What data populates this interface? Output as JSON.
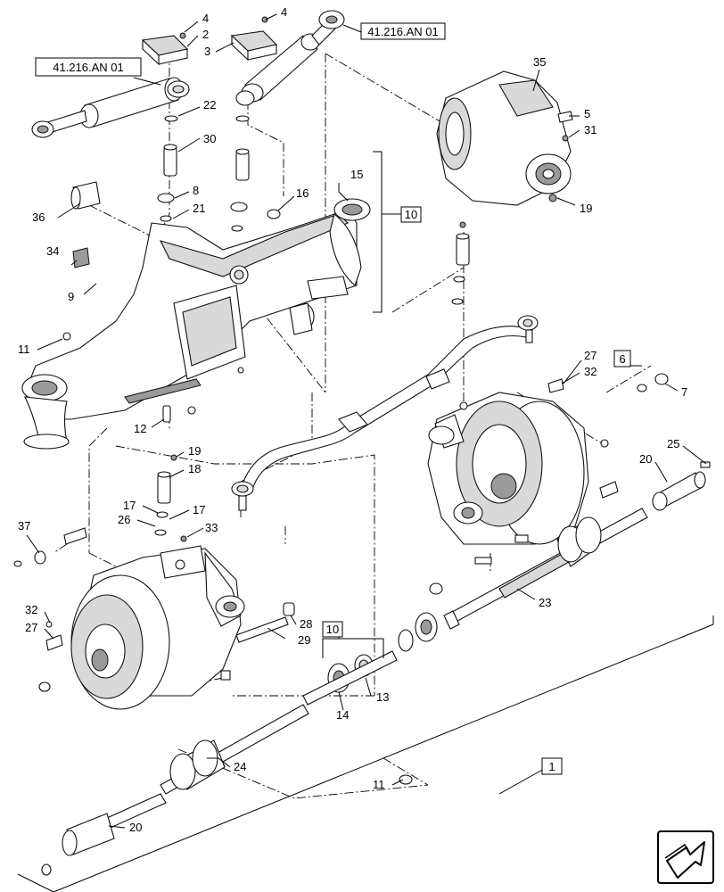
{
  "diagram": {
    "references": [
      {
        "id": "ref-left",
        "text": "41.216.AN 01"
      },
      {
        "id": "ref-right",
        "text": "41.216.AN 01"
      }
    ],
    "groups": [
      {
        "id": "grp-10a",
        "text": "10"
      },
      {
        "id": "grp-10b",
        "text": "10"
      },
      {
        "id": "grp-6",
        "text": "6"
      },
      {
        "id": "grp-1",
        "text": "1"
      }
    ],
    "callouts": [
      {
        "id": "c4a",
        "text": "4"
      },
      {
        "id": "c2",
        "text": "2"
      },
      {
        "id": "c3",
        "text": "3"
      },
      {
        "id": "c4b",
        "text": "4"
      },
      {
        "id": "c35",
        "text": "35"
      },
      {
        "id": "c5",
        "text": "5"
      },
      {
        "id": "c31",
        "text": "31"
      },
      {
        "id": "c19a",
        "text": "19"
      },
      {
        "id": "c22",
        "text": "22"
      },
      {
        "id": "c30",
        "text": "30"
      },
      {
        "id": "c8",
        "text": "8"
      },
      {
        "id": "c21",
        "text": "21"
      },
      {
        "id": "c15",
        "text": "15"
      },
      {
        "id": "c16",
        "text": "16"
      },
      {
        "id": "c36",
        "text": "36"
      },
      {
        "id": "c34",
        "text": "34"
      },
      {
        "id": "c9",
        "text": "9"
      },
      {
        "id": "c11a",
        "text": "11"
      },
      {
        "id": "c12",
        "text": "12"
      },
      {
        "id": "c27a",
        "text": "27"
      },
      {
        "id": "c32a",
        "text": "32"
      },
      {
        "id": "c7",
        "text": "7"
      },
      {
        "id": "c19b",
        "text": "19"
      },
      {
        "id": "c18",
        "text": "18"
      },
      {
        "id": "c25",
        "text": "25"
      },
      {
        "id": "c20a",
        "text": "20"
      },
      {
        "id": "c17a",
        "text": "17"
      },
      {
        "id": "c17b",
        "text": "17"
      },
      {
        "id": "c26",
        "text": "26"
      },
      {
        "id": "c33",
        "text": "33"
      },
      {
        "id": "c37",
        "text": "37"
      },
      {
        "id": "c23",
        "text": "23"
      },
      {
        "id": "c32b",
        "text": "32"
      },
      {
        "id": "c27b",
        "text": "27"
      },
      {
        "id": "c28",
        "text": "28"
      },
      {
        "id": "c29",
        "text": "29"
      },
      {
        "id": "c14",
        "text": "14"
      },
      {
        "id": "c13",
        "text": "13"
      },
      {
        "id": "c24",
        "text": "24"
      },
      {
        "id": "c11b",
        "text": "11"
      },
      {
        "id": "c20b",
        "text": "20"
      }
    ],
    "nav_icon": "next-page-arrow-icon"
  }
}
